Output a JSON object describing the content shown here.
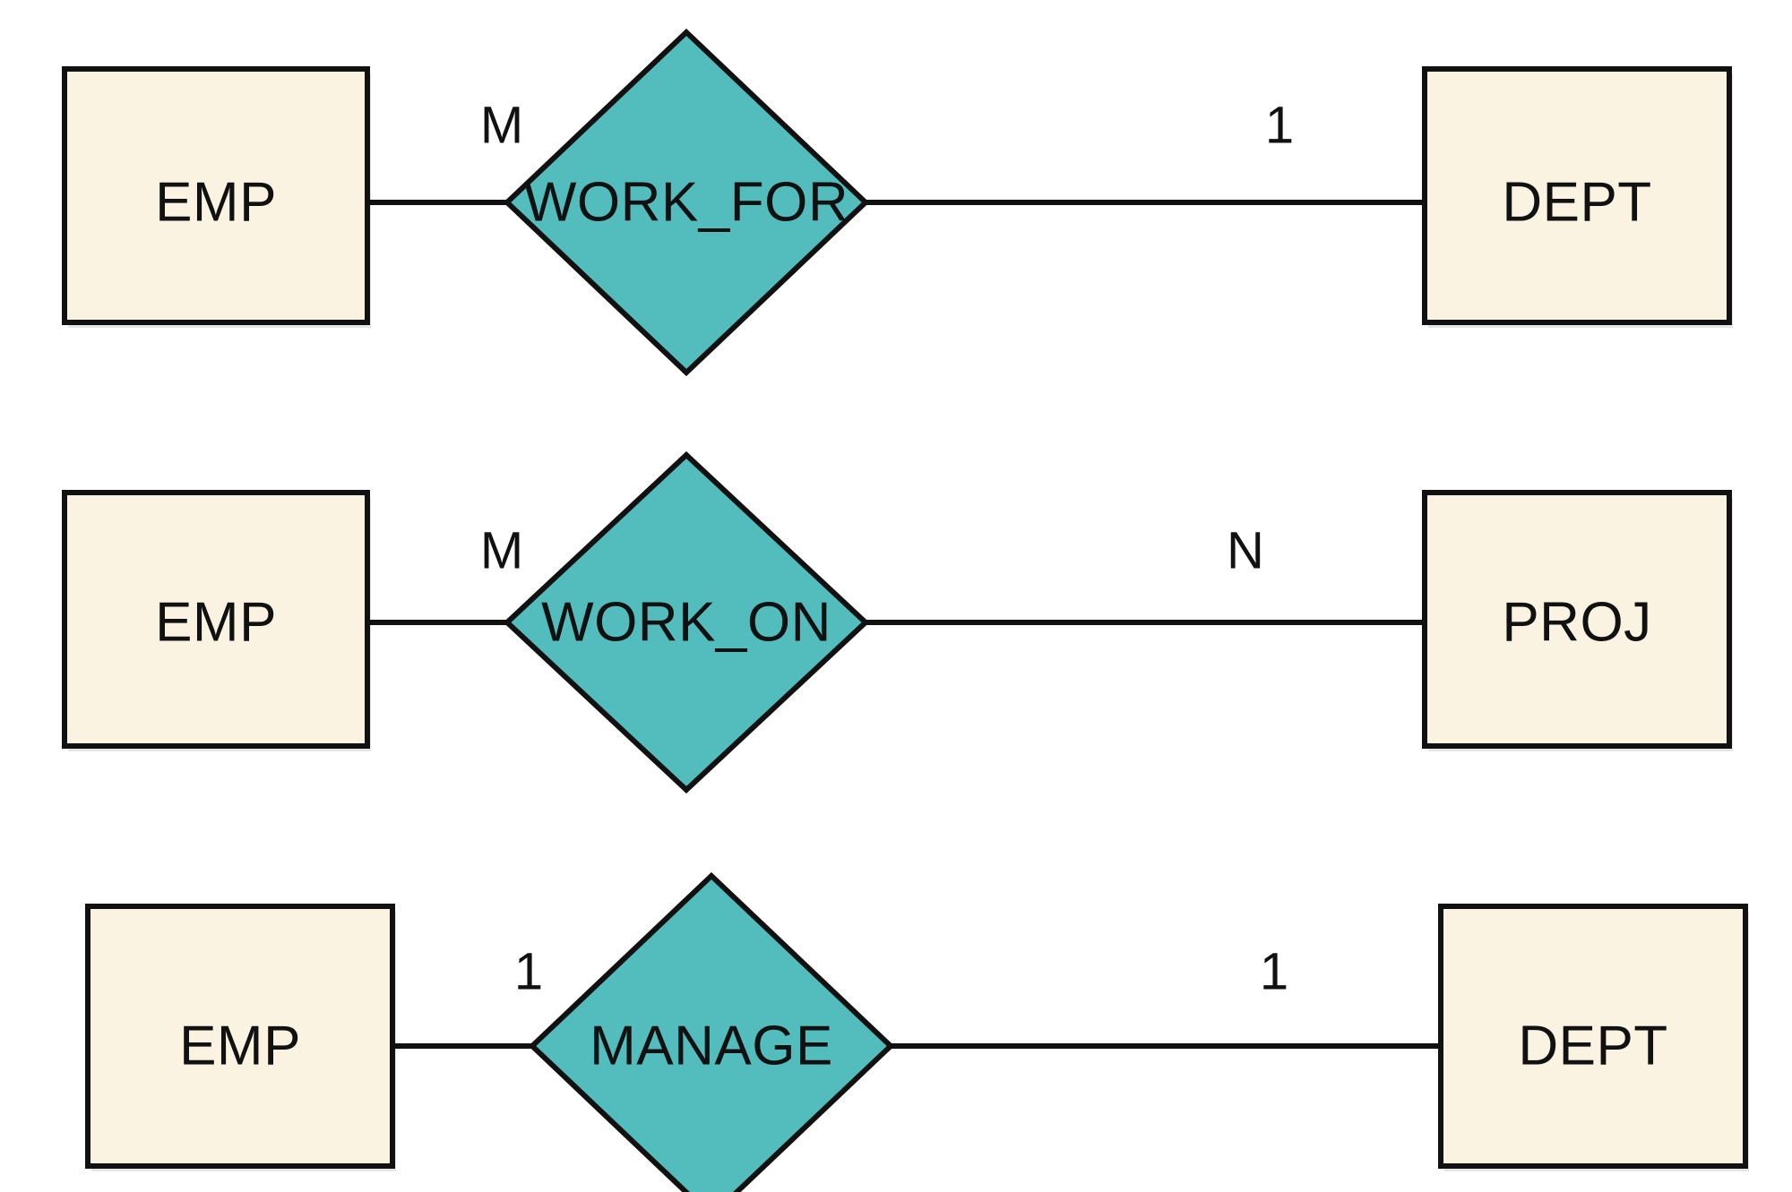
{
  "diagram": {
    "kind": "er-diagram",
    "title": "",
    "background_color": "#ffffff",
    "entity_fill": "#fbf3e2",
    "relationship_fill": "#53bdbd",
    "stroke_color": "#111111",
    "relationships": [
      {
        "id": "work-for",
        "left_entity": "EMP",
        "left_cardinality": "M",
        "relationship": "WORK_FOR",
        "right_cardinality": "1",
        "right_entity": "DEPT"
      },
      {
        "id": "work-on",
        "left_entity": "EMP",
        "left_cardinality": "M",
        "relationship": "WORK_ON",
        "right_cardinality": "N",
        "right_entity": "PROJ"
      },
      {
        "id": "manage",
        "left_entity": "EMP",
        "left_cardinality": "1",
        "relationship": "MANAGE",
        "right_cardinality": "1",
        "right_entity": "DEPT"
      }
    ]
  }
}
